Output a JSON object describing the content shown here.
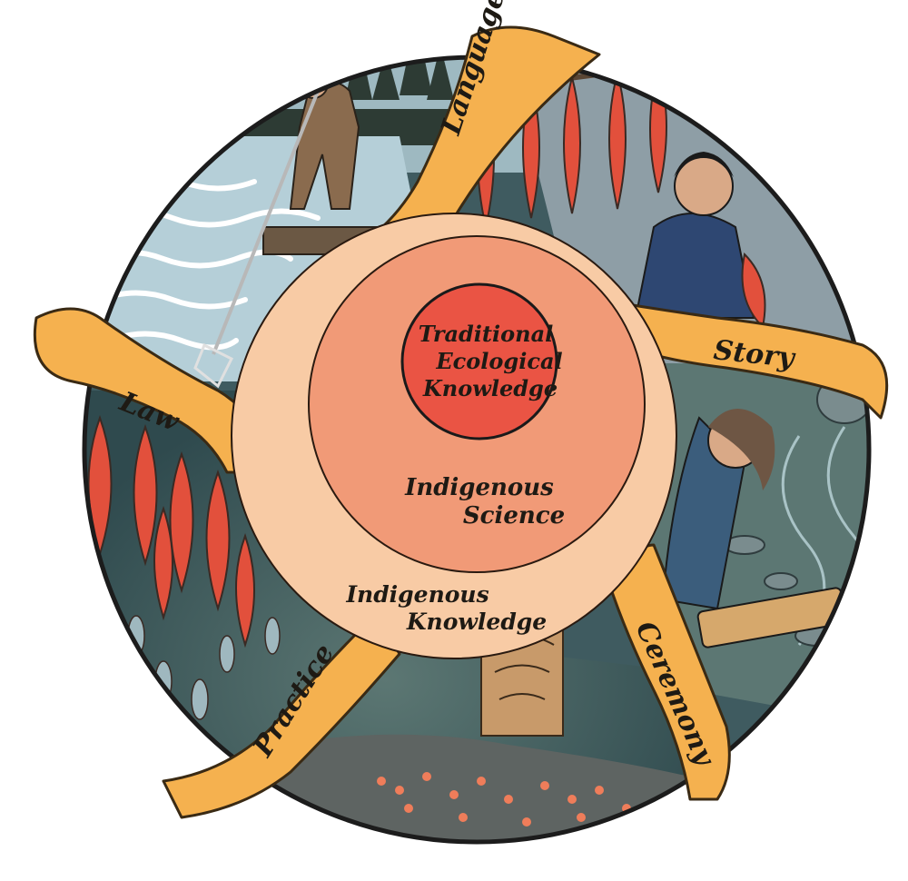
{
  "core": {
    "line1": "Traditional",
    "line2": "Ecological",
    "line3": "Knowledge",
    "color": "#ea5444"
  },
  "middle": {
    "line1": "Indigenous",
    "line2": "Science",
    "color": "#f19a77"
  },
  "outer": {
    "line1": "Indigenous",
    "line2": "Knowledge",
    "color": "#f8cba5"
  },
  "ribbons": {
    "language": "Language",
    "story": "Story",
    "ceremony": "Ceremony",
    "practice": "Practice",
    "law": "Law",
    "color": "#f5b14f"
  },
  "scenes": {
    "river_color": "#8fb3c2",
    "water_color": "#3d5a5f",
    "fish_color": "#e2503c",
    "forest_color": "#2d3b34"
  }
}
